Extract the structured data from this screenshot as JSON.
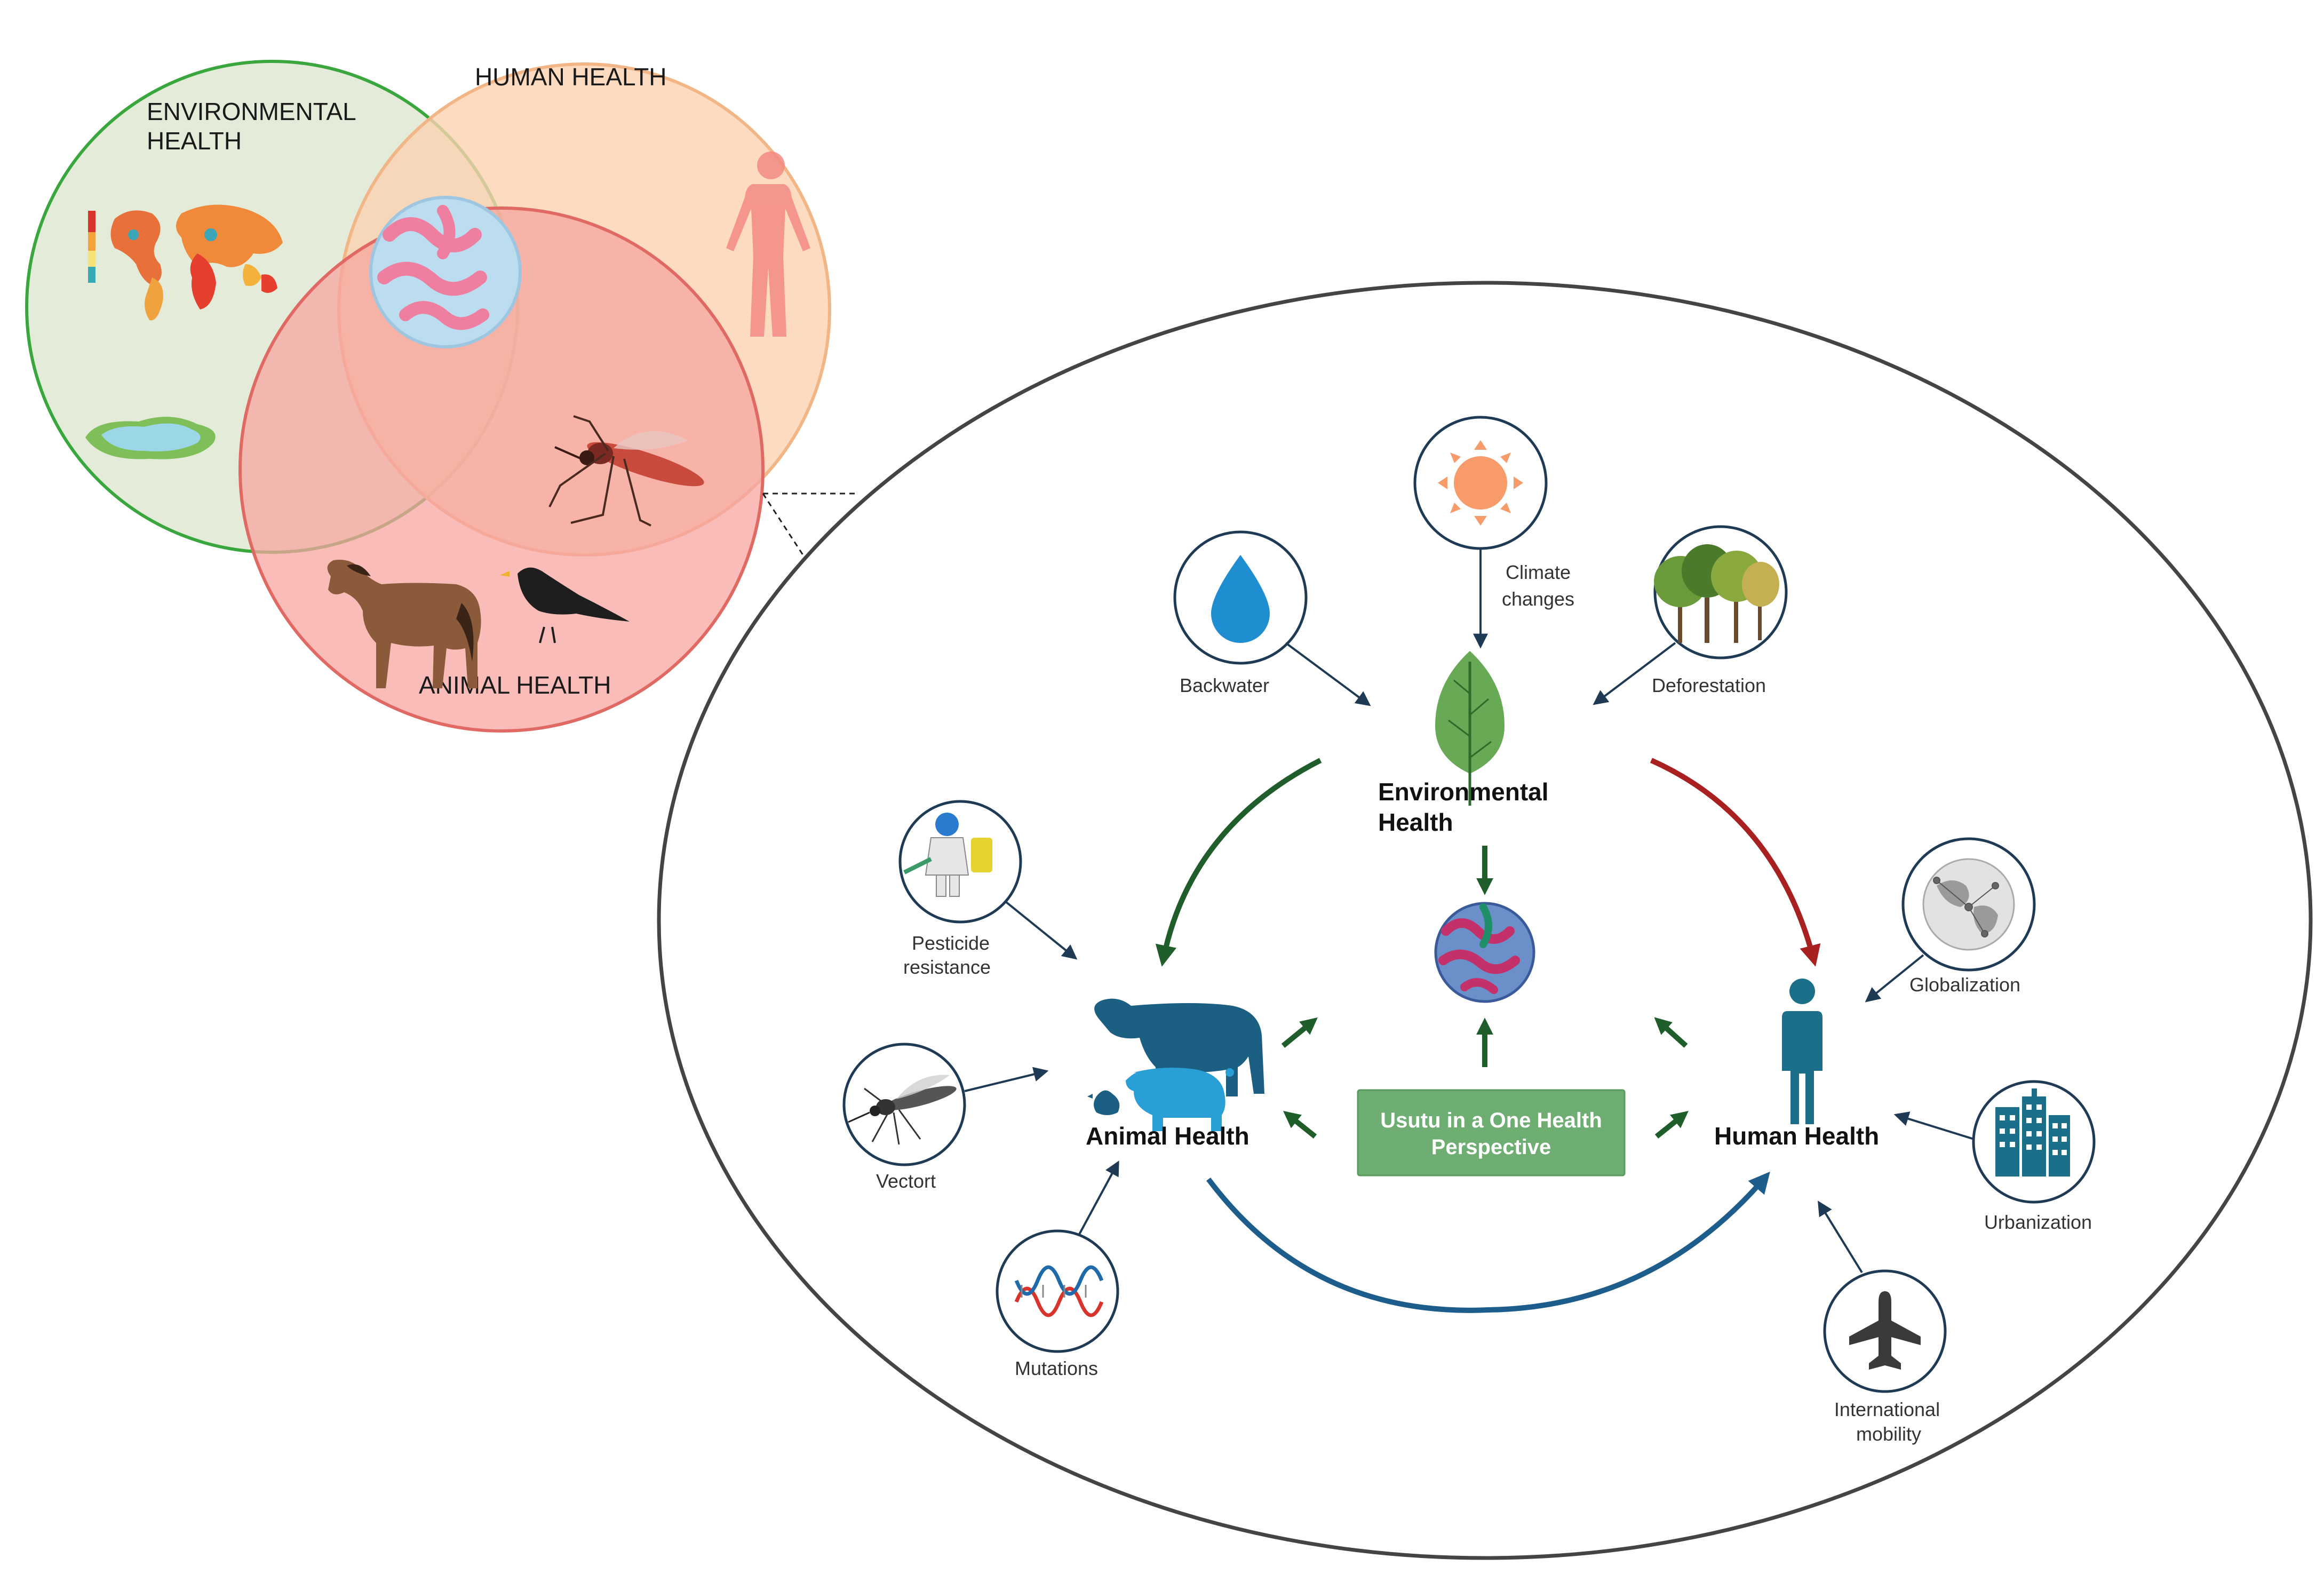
{
  "venn": {
    "environmental_line1": "ENVIRONMENTAL",
    "environmental_line2": "HEALTH",
    "human": "HUMAN HEALTH",
    "animal": "ANIMAL HEALTH"
  },
  "nodes": {
    "environmental_line1": "Environmental",
    "environmental_line2": "Health",
    "animal": "Animal Health",
    "human": "Human Health"
  },
  "center_box": {
    "line1": "Usutu in a One Health",
    "line2": "Perspective"
  },
  "factors": {
    "climate_line1": "Climate",
    "climate_line2": "changes",
    "backwater": "Backwater",
    "deforestation": "Deforestation",
    "pesticide_line1": "Pesticide",
    "pesticide_line2": "resistance",
    "vector": "Vectort",
    "mutations": "Mutations",
    "globalization": "Globalization",
    "urbanization": "Urbanization",
    "mobility_line1": "International",
    "mobility_line2": "mobility"
  },
  "icons": {
    "sun": "sun-icon",
    "water_drop": "water-drop-icon",
    "trees": "trees-icon",
    "leaf": "leaf-icon",
    "virus": "virus-icon",
    "sprayer": "pesticide-sprayer-icon",
    "mosquito": "mosquito-icon",
    "dna": "dna-icon",
    "livestock": "livestock-icon",
    "person": "person-icon",
    "globe": "globe-icon",
    "buildings": "buildings-icon",
    "airplane": "airplane-icon",
    "world_map": "world-map-icon",
    "pond": "pond-icon",
    "human_body": "human-body-icon",
    "horse": "horse-icon",
    "blackbird": "blackbird-icon"
  },
  "colors": {
    "environmental_circle": "#dfe9d2",
    "environmental_border": "#3aa63e",
    "human_circle": "#fbd2b0",
    "human_border": "#f2b586",
    "animal_circle": "#f7a5a0",
    "animal_border": "#e06a63",
    "green_arrow": "#1f5e2a",
    "red_arrow": "#a82020",
    "blue_arrow": "#1c5d8c",
    "icon_blue": "#1b6f89",
    "center_box": "#6fae73",
    "factor_ring": "#1f3a55"
  }
}
